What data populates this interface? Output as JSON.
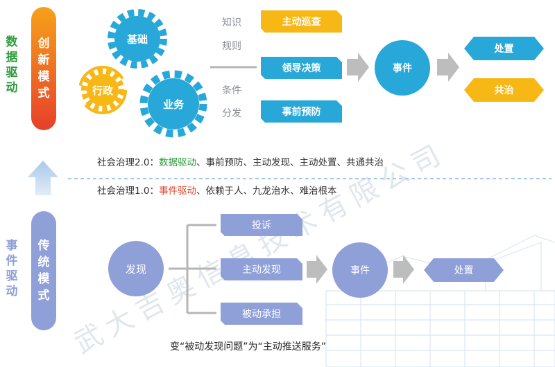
{
  "top": {
    "side_label": [
      "数",
      "据",
      "驱",
      "动"
    ],
    "pill_label": [
      "创",
      "新",
      "模",
      "式"
    ],
    "gears": {
      "basic": "基础",
      "admin": "行政",
      "business": "业务"
    },
    "upper_note": [
      "知识",
      "规则"
    ],
    "lower_note": [
      "条件",
      "分发"
    ],
    "actions": [
      "主动巡查",
      "领导决策",
      "事前预防"
    ],
    "event": "事件",
    "outcomes": [
      "处置",
      "共治"
    ]
  },
  "middle": {
    "line1_prefix": "社会治理2.0：",
    "line1_highlight": "数据驱动",
    "line1_rest": "、事前预防、主动发现、主动处置、共通共治",
    "line2_prefix": "社会治理1.0：",
    "line2_highlight": "事件驱动",
    "line2_rest": "、依赖于人、九龙治水、难治根本"
  },
  "bottom": {
    "side_label": [
      "事",
      "件",
      "驱",
      "动"
    ],
    "pill_label": [
      "传",
      "统",
      "模",
      "式"
    ],
    "discover": "发现",
    "channels": [
      "投诉",
      "主动发现",
      "被动承担"
    ],
    "event": "事件",
    "outcome": "处置",
    "caption": "变“被动发现问题”为“主动推送服务”"
  },
  "watermark": "武大吉奥信息技术有限公司",
  "colors": {
    "green": "#2e9c3c",
    "orange": "#f29a1f",
    "blue": "#27a8d8",
    "yellow": "#f7b715",
    "lavender": "#8f9fd8",
    "gray": "#bdbdbd",
    "red": "#e0442a"
  }
}
